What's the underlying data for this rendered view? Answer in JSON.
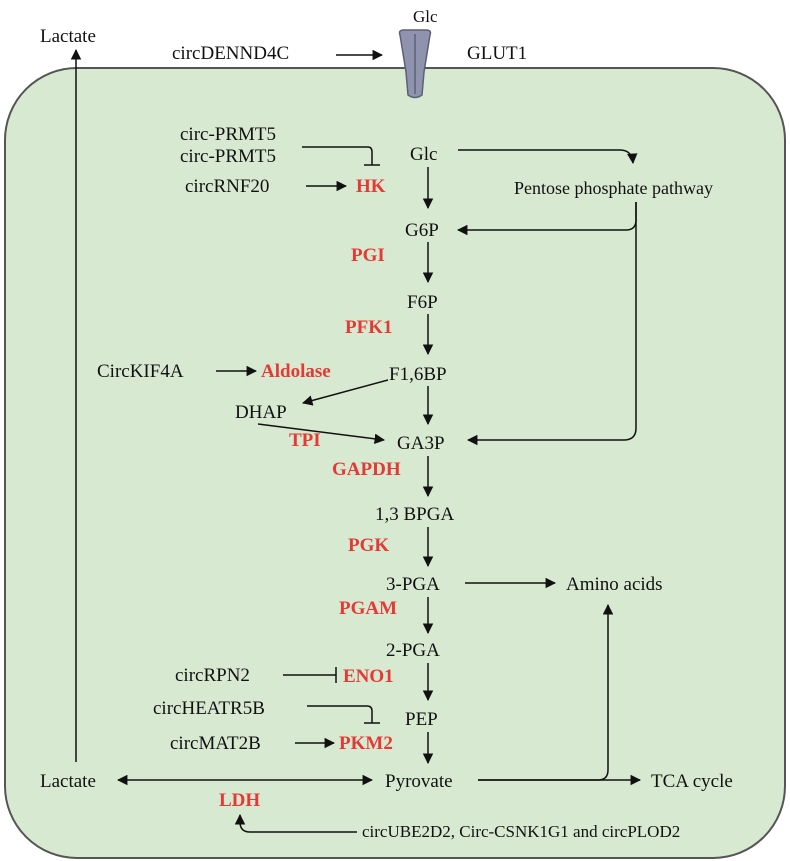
{
  "colors": {
    "cell_fill": "#d8e9d1",
    "cell_border": "#555555",
    "enzyme_text": "#e53935",
    "transporter": "#8f93ad"
  },
  "outside": {
    "lactate": "Lactate",
    "glc": "Glc",
    "circ_dennd4c": "circDENND4C",
    "glut1": "GLUT1"
  },
  "pathway": {
    "glc": "Glc",
    "g6p": "G6P",
    "f6p": "F6P",
    "f16bp": "F1,6BP",
    "dhap": "DHAP",
    "ga3p": "GA3P",
    "bpga": "1,3 BPGA",
    "pga3": "3-PGA",
    "pga2": "2-PGA",
    "pep": "PEP",
    "pyruvate": "Pyrovate",
    "lactate": "Lactate",
    "ppp": "Pentose phosphate pathway",
    "amino_acids": "Amino acids",
    "tca": "TCA cycle"
  },
  "enzymes": {
    "hk": "HK",
    "pgi": "PGI",
    "pfk1": "PFK1",
    "aldolase": "Aldolase",
    "tpi": "TPI",
    "gapdh": "GAPDH",
    "pgk": "PGK",
    "pgam": "PGAM",
    "eno1": "ENO1",
    "pkm2": "PKM2",
    "ldh": "LDH"
  },
  "regulators": {
    "circ_prmt5_a": "circ-PRMT5",
    "circ_prmt5_b": "circ-PRMT5",
    "circ_rnf20": "circRNF20",
    "circ_kif4a": "CircKIF4A",
    "circ_rpn2": "circRPN2",
    "circ_heatr5b": "circHEATR5B",
    "circ_mat2b": "circMAT2B",
    "ldh_regulators": "circUBE2D2, Circ-CSNK1G1 and circPLOD2"
  }
}
